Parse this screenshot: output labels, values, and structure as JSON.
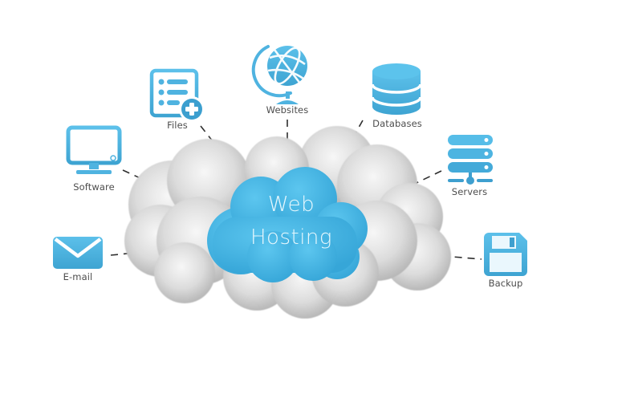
{
  "diagram": {
    "center": {
      "line1": "Web",
      "line2": "Hosting"
    },
    "nodes": [
      {
        "id": "software",
        "label": "Software",
        "icon": "monitor-icon"
      },
      {
        "id": "files",
        "label": "Files",
        "icon": "file-add-icon"
      },
      {
        "id": "websites",
        "label": "Websites",
        "icon": "globe-icon"
      },
      {
        "id": "databases",
        "label": "Databases",
        "icon": "database-icon"
      },
      {
        "id": "servers",
        "label": "Servers",
        "icon": "server-icon"
      },
      {
        "id": "backup",
        "label": "Backup",
        "icon": "floppy-disk-icon"
      },
      {
        "id": "email",
        "label": "E-mail",
        "icon": "envelope-icon"
      }
    ],
    "colors": {
      "icon_blue": "#4fb3e0",
      "icon_blue_dark": "#3a9dcc",
      "center_cloud": "#45b4e3",
      "gray_cloud": "#d4d4d4",
      "connector": "#333333",
      "label_text": "#4d4d4d"
    }
  }
}
